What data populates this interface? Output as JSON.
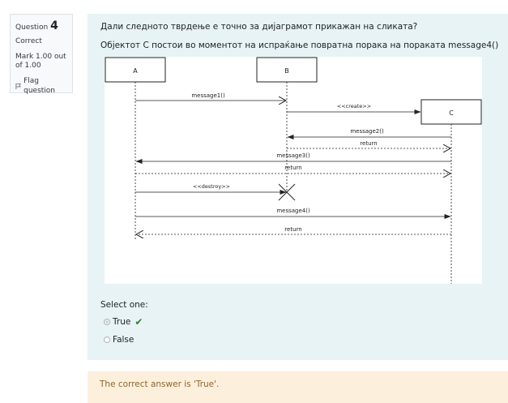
{
  "info": {
    "question_word": "Question",
    "question_number": "4",
    "state": "Correct",
    "grade": "Mark 1.00 out of 1.00",
    "flag_label": "Flag question"
  },
  "question": {
    "line1": "Дали следното тврдење е точно за дијаграмот прикажан на сликата?",
    "line2": "Објектот C постои во моментот на испраќање повратна порака на пораката message4()"
  },
  "diagram": {
    "lifelines": [
      "A",
      "B",
      "C"
    ],
    "messages": {
      "m1": "message1()",
      "create": "<<create>>",
      "m2": "message2()",
      "ret1": "return",
      "m3": "message3()",
      "ret2": "return",
      "destroy": "<<destroy>>",
      "m4": "message4()",
      "ret3": "return"
    }
  },
  "answer": {
    "prompt": "Select one:",
    "options": [
      {
        "label": "True",
        "selected": true,
        "correct": true
      },
      {
        "label": "False",
        "selected": false
      }
    ]
  },
  "feedback": {
    "right_answer": "The correct answer is 'True'."
  },
  "colors": {
    "formulation_bg": "#e7f3f5",
    "outcome_bg": "#fcefdc",
    "outcome_text": "#8e662e",
    "correct_check": "#357a32"
  }
}
